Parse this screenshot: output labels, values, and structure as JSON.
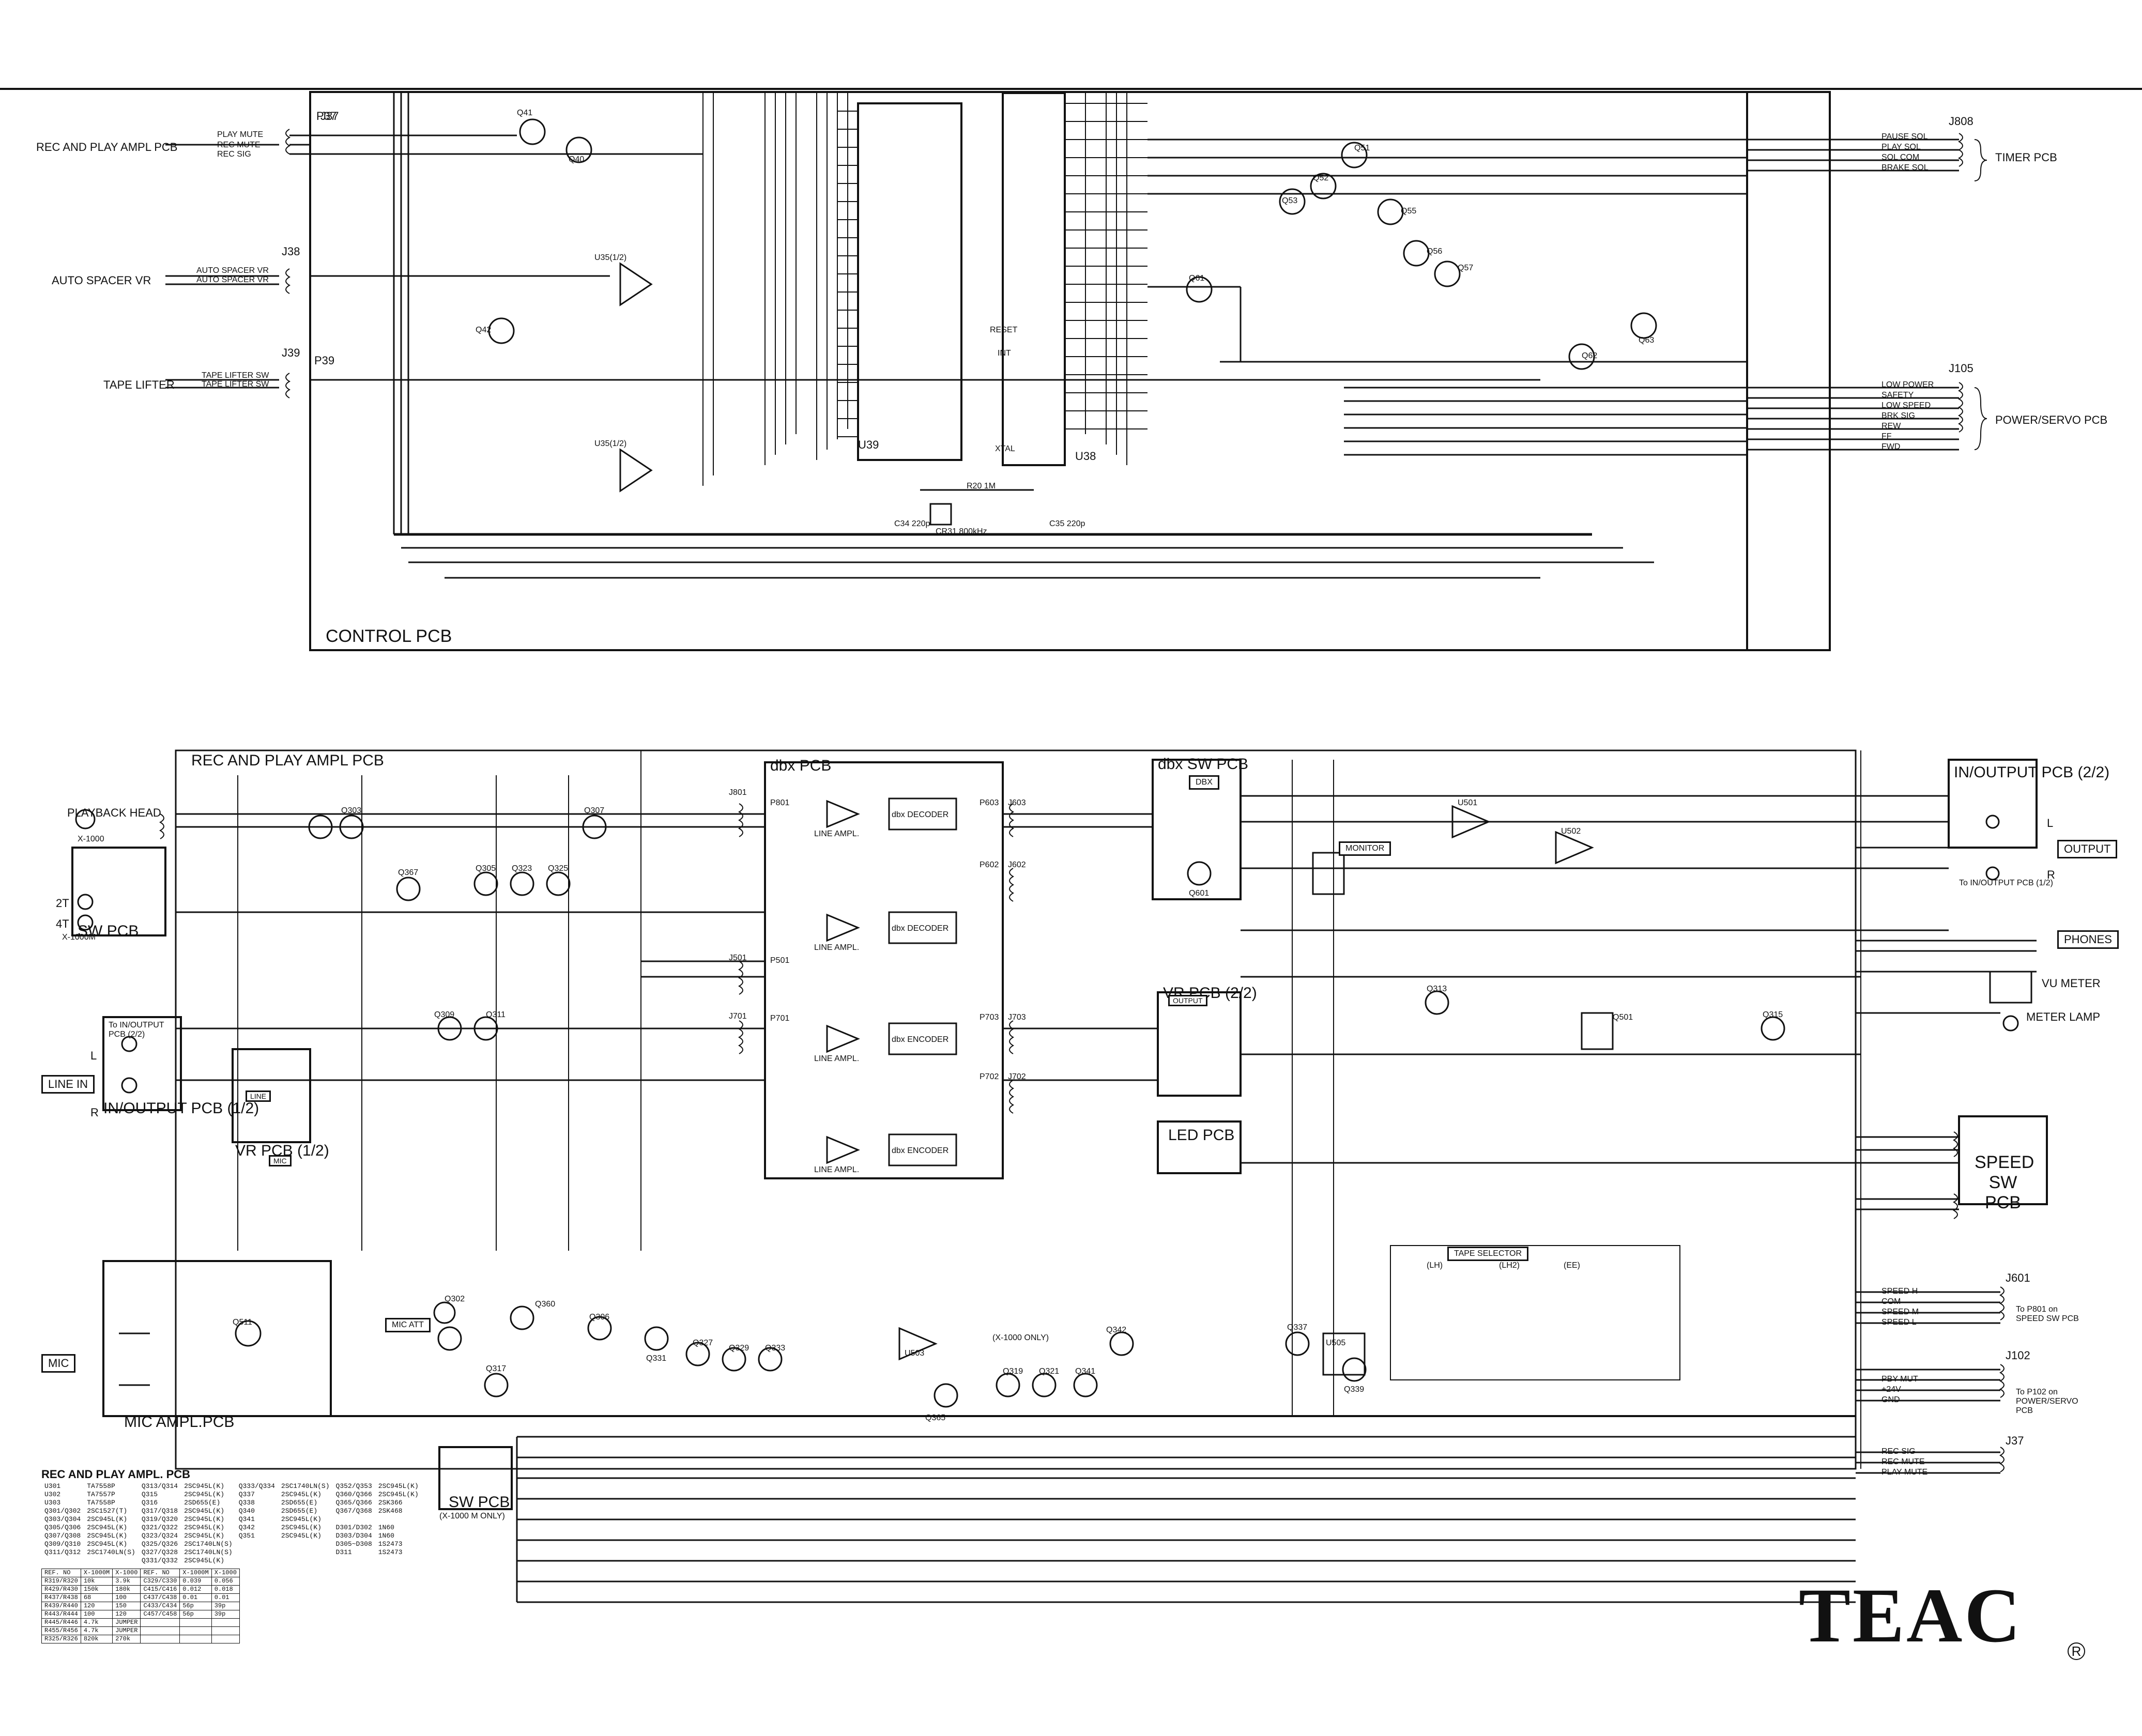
{
  "diagram": {
    "top_sections": {
      "control_pcb": "CONTROL PCB",
      "rec_play_ampl_pcb_left": "REC AND PLAY AMPL PCB",
      "auto_spacer_vr": "AUTO SPACER VR",
      "tape_lifter": "TAPE LIFTER",
      "timer_pcb": "TIMER PCB",
      "power_servo_pcb": "POWER/SERVO PCB",
      "j37": "J37",
      "j38": "J38",
      "j39": "J39",
      "p37": "P37",
      "p39": "P39",
      "j808": "J808",
      "j105": "J105",
      "u39": "U39",
      "u38": "U38",
      "q51": "Q51",
      "q52": "Q52",
      "q53": "Q53",
      "q55": "Q55",
      "q56": "Q56",
      "q57": "Q57",
      "q61": "Q61",
      "q62": "Q62",
      "q63": "Q63",
      "q40": "Q40",
      "q41": "Q41",
      "q42": "Q42",
      "u35_1": "U35(1/2)",
      "u35_2": "U35(1/2)",
      "play_mute": "PLAY MUTE",
      "rec_mute": "REC MUTE",
      "rec_sig": "REC SIG",
      "auto_spacer_vr_a": "AUTO SPACER VR",
      "auto_spacer_vr_b": "AUTO SPACER VR",
      "tape_lifter_sw_a": "TAPE LIFTER SW",
      "tape_lifter_sw_b": "TAPE LIFTER SW",
      "pause_sol": "PAUSE SOL",
      "play_sol": "PLAY SOL",
      "sol_com": "SOL COM",
      "brake_sol": "BRAKE SOL",
      "low_power": "LOW POWER",
      "safety": "SAFETY",
      "low_speed": "LOW SPEED",
      "brk_sig": "BRK SIG",
      "rew": "REW",
      "ff": "FF",
      "fwd": "FWD",
      "reset": "RESET",
      "xtal": "XTAL",
      "int": "INT",
      "cr31": "CR31  800kHz",
      "r20": "R20 1M",
      "c34": "C34 220p",
      "c35": "C35 220p"
    },
    "bottom_sections": {
      "rec_play_ampl_pcb": "REC AND PLAY AMPL PCB",
      "dbx_pcb": "dbx PCB",
      "dbx_sw_pcb": "dbx SW PCB",
      "dbx_tag": "DBX",
      "in_output_pcb_2_2": "IN/OUTPUT PCB (2/2)",
      "in_output_pcb_1_2": "IN/OUTPUT PCB (1/2)",
      "sw_pcb_left": "SW PCB",
      "vr_pcb_1_2": "VR PCB (1/2)",
      "vr_pcb_2_2": "VR PCB (2/2)",
      "led_pcb": "LED PCB",
      "speed_sw_pcb": "SPEED SW PCB",
      "mic_ampl_pcb": "MIC AMPL.PCB",
      "sw_pcb_bottom": "SW PCB",
      "playback_head": "PLAYBACK HEAD",
      "x1000": "X-1000",
      "x1000m": "X-1000M",
      "line_in": "LINE IN",
      "mic": "MIC",
      "output": "OUTPUT",
      "phones": "PHONES",
      "vu_meter": "VU METER",
      "meter_lamp": "METER LAMP",
      "monitor": "MONITOR",
      "tape_selector": "TAPE SELECTOR",
      "mic_att": "MIC ATT",
      "line_tag": "LINE",
      "mic_tag": "MIC",
      "output_tag": "OUTPUT",
      "line_ampl_1": "LINE AMPL.",
      "line_ampl_2": "LINE AMPL.",
      "line_ampl_3": "LINE AMPL.",
      "line_ampl_4": "LINE AMPL.",
      "dbx_decoder_1": "dbx DECODER",
      "dbx_decoder_2": "dbx DECODER",
      "dbx_encoder_1": "dbx ENCODER",
      "dbx_encoder_2": "dbx ENCODER",
      "x1000m_only": "(X-1000 M ONLY)",
      "x1000_only": "(X-1000 ONLY)",
      "to_p801": "To P801 on SPEED SW PCB",
      "to_p102": "To P102 on POWER/SERVO PCB",
      "to_in_output_1_2": "To IN/OUTPUT PCB (1/2)",
      "to_in_output_2_2": "To IN/OUTPUT PCB (2/2)",
      "j601": "J601",
      "j102": "J102",
      "j37b": "J37",
      "p801": "P801",
      "p701": "P701",
      "p501": "P501",
      "p603": "P603",
      "p602": "P602",
      "p703": "P703",
      "p702": "P702",
      "j801": "J801",
      "j501": "J501",
      "j701": "J701",
      "j603": "J603",
      "j602": "J602",
      "j703": "J703",
      "j702": "J702",
      "u501": "U501",
      "u502": "U502",
      "u503": "U503",
      "u505": "U505",
      "q302": "Q302",
      "q303": "Q303",
      "q305": "Q305",
      "q306": "Q306",
      "q307": "Q307",
      "q309": "Q309",
      "q311": "Q311",
      "q313": "Q313",
      "q315": "Q315",
      "q317": "Q317",
      "q319": "Q319",
      "q321": "Q321",
      "q323": "Q323",
      "q325": "Q325",
      "q327": "Q327",
      "q329": "Q329",
      "q331": "Q331",
      "q333": "Q333",
      "q337": "Q337",
      "q339": "Q339",
      "q341": "Q341",
      "q342": "Q342",
      "q360": "Q360",
      "q365": "Q365",
      "q367": "Q367",
      "q501": "Q501",
      "q511": "Q511",
      "q601": "Q601",
      "lhi": "(LH)",
      "lh2": "(LH2)",
      "ee": "(EE)",
      "speed_h": "SPEED H",
      "speed_m": "SPEED M",
      "speed_l": "SPEED L",
      "com": "COM",
      "rec_sig": "REC SIG",
      "rec_mute": "REC MUTE",
      "play_mute": "PLAY MUTE",
      "pby_mute": "PBY MUT",
      "x24v": "+24V",
      "gnd": "GND",
      "2t": "2T",
      "4t": "4T",
      "l": "L",
      "r": "R"
    },
    "legend": {
      "title": "REC AND PLAY AMPL. PCB",
      "rows": [
        [
          "U301",
          "TA7558P",
          "Q313/Q314",
          "2SC945L(K)",
          "Q333/Q334",
          "2SC1740LN(S)",
          "Q352/Q353",
          "2SC945L(K)"
        ],
        [
          "U302",
          "TA7557P",
          "Q315",
          "2SC945L(K)",
          "Q337",
          "2SC945L(K)",
          "Q360/Q366",
          "2SC945L(K)"
        ],
        [
          "U303",
          "TA7558P",
          "Q316",
          "2SD655(E)",
          "Q338",
          "2SD655(E)",
          "Q365/Q366",
          "2SK366"
        ],
        [
          "Q301/Q302",
          "2SC1527(T)",
          "Q317/Q318",
          "2SC945L(K)",
          "Q340",
          "2SD655(E)",
          "Q367/Q368",
          "2SK468"
        ],
        [
          "Q303/Q304",
          "2SC945L(K)",
          "Q319/Q320",
          "2SC945L(K)",
          "Q341",
          "2SC945L(K)",
          "",
          ""
        ],
        [
          "Q305/Q306",
          "2SC945L(K)",
          "Q321/Q322",
          "2SC945L(K)",
          "Q342",
          "2SC945L(K)",
          "D301/D302",
          "1N60"
        ],
        [
          "Q307/Q308",
          "2SC945L(K)",
          "Q323/Q324",
          "2SC945L(K)",
          "Q351",
          "2SC945L(K)",
          "D303/D304",
          "1N60"
        ],
        [
          "Q309/Q310",
          "2SC945L(K)",
          "Q325/Q326",
          "2SC1740LN(S)",
          "",
          "",
          "D305~D308",
          "1S2473"
        ],
        [
          "Q311/Q312",
          "2SC1740LN(S)",
          "Q327/Q328",
          "2SC1740LN(S)",
          "",
          "",
          "D311",
          "1S2473"
        ],
        [
          "",
          "",
          "Q331/Q332",
          "2SC945L(K)",
          "",
          "",
          "",
          ""
        ]
      ],
      "grid_header": [
        "REF. NO",
        "X-1000M",
        "X-1000",
        "REF. NO",
        "X-1000M",
        "X-1000"
      ],
      "grid_rows": [
        [
          "R319/R320",
          "10k",
          "3.9k",
          "C329/C330",
          "0.039",
          "0.056"
        ],
        [
          "R429/R430",
          "150k",
          "180k",
          "C415/C416",
          "0.012",
          "0.018"
        ],
        [
          "R437/R438",
          "68",
          "100",
          "C437/C438",
          "0.01",
          "0.01"
        ],
        [
          "R439/R440",
          "120",
          "150",
          "C433/C434",
          "56p",
          "39p"
        ],
        [
          "R443/R444",
          "100",
          "120",
          "C457/C458",
          "56p",
          "39p"
        ],
        [
          "R445/R446",
          "4.7k",
          "JUMPER",
          "",
          "",
          ""
        ],
        [
          "R455/R456",
          "4.7k",
          "JUMPER",
          "",
          "",
          ""
        ],
        [
          "R325/R326",
          "820k",
          "270k",
          "",
          "",
          ""
        ]
      ]
    },
    "brand": {
      "logo": "TEAC",
      "registered": "R"
    }
  }
}
